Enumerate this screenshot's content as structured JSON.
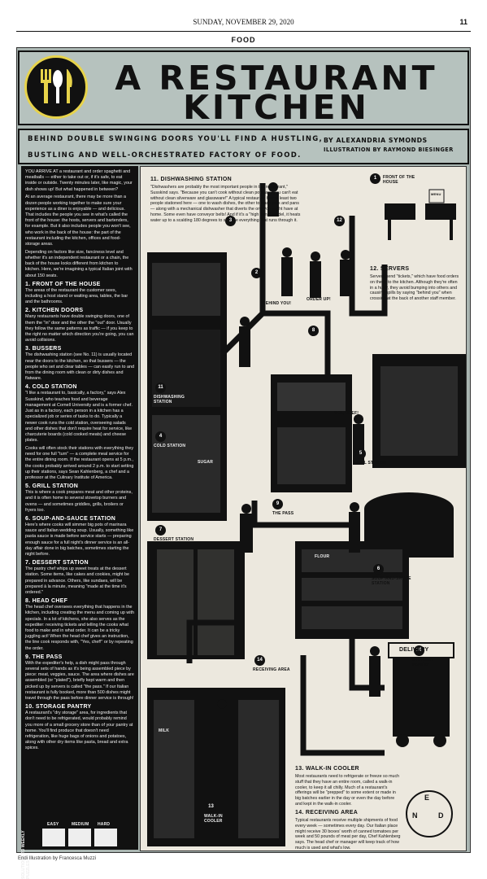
{
  "masthead": {
    "date": "SUNDAY, NOVEMBER 29, 2020",
    "page": "11",
    "section": "FOOD"
  },
  "header": {
    "title_line1": "A RESTAURANT",
    "title_line2": "KITCHEN",
    "subtitle_line1": "BEHIND DOUBLE SWINGING DOORS YOU'LL FIND A HUSTLING,",
    "subtitle_line2": "BUSTLING AND WELL-ORCHESTRATED FACTORY OF FOOD.",
    "byline": "BY ALEXANDRIA SYMONDS",
    "illustration_credit": "ILLUSTRATION BY RAYMOND BIESINGER"
  },
  "intro": [
    "YOU ARRIVE AT a restaurant and order spaghetti and meatballs — either to take out or, if it's safe, to eat inside or outside. Twenty minutes later, like magic, your dish shows up! But what happened in between?",
    "At an average restaurant, there may be more than a dozen people working together to make sure your experience as a diner is enjoyable — and delicious. That includes the people you see in what's called the front of the house: the hosts, servers and bartenders, for example. But it also includes people you won't see, who work in the back of the house: the part of the restaurant including the kitchen, offices and food-storage areas.",
    "Depending on factors like size, fanciness level and whether it's an independent restaurant or a chain, the back of the house looks different from kitchen to kitchen. Here, we're imagining a typical Italian joint with about 150 seats."
  ],
  "sections": [
    {
      "title": "1. FRONT OF THE HOUSE",
      "text": "The areas of the restaurant the customer sees, including a host stand or waiting area, tables, the bar and the bathrooms."
    },
    {
      "title": "2. KITCHEN DOORS",
      "text": "Many restaurants have double swinging doors, one of them the \"in\" door and the other the \"out\" door. Usually they follow the same patterns as traffic — if you keep to the right no matter which direction you're going, you can avoid collisions."
    },
    {
      "title": "3. BUSSERS",
      "text": "The dishwashing station (see No. 11) is usually located near the doors to the kitchen, so that bussers — the people who set and clear tables — can easily run to and from the dining room with clean or dirty dishes and flatware."
    },
    {
      "title": "4. COLD STATION",
      "text": "\"I like a restaurant to, basically, a factory,\" says Alex Susskind, who teaches food and beverage management at Cornell University and is a former chef. Just as in a factory, each person in a kitchen has a specialized job or series of tasks to do. Typically a newer cook runs the cold station, overseeing salads and other dishes that don't require heat for service, like charcuterie boards (cold cooked meats) and cheese plates."
    },
    {
      "title": "",
      "text": "Cooks will often stock their stations with everything they need for one full \"turn\" — a complete meal service for the entire dining room. If the restaurant opens at 5 p.m., the cooks probably arrived around 2 p.m. to start setting up their stations, says Sean Kahlenberg, a chef and a professor at the Culinary Institute of America."
    },
    {
      "title": "5. GRILL STATION",
      "text": "This is where a cook prepares meat and other proteins, and it is often home to several stovetop burners and ovens — and sometimes griddles, grills, broilers or fryers too."
    },
    {
      "title": "6. SOUP-AND-SAUCE STATION",
      "text": "Here's where cooks will simmer big pots of marinara sauce and Italian wedding soup. Usually, something like pasta sauce is made before service starts — preparing enough sauce for a full night's dinner service is an all-day affair done in big batches, sometimes starting the night before."
    },
    {
      "title": "7. DESSERT STATION",
      "text": "The pastry chef whips up sweet treats at the dessert station. Some items, like cakes and cookies, might be prepared in advance. Others, like sundaes, will be prepared à la minute, meaning \"made at the time it's ordered.\""
    },
    {
      "title": "8. HEAD CHEF",
      "text": "The head chef oversees everything that happens in the kitchen, including creating the menu and coming up with specials. In a lot of kitchens, she also serves as the expediter: receiving tickets and telling the cooks what food to make and in what order. It can be a tricky juggling act! When the head chef gives an instruction, the line cook responds with, \"Yes, chef!\" or by repeating the order."
    },
    {
      "title": "9. THE PASS",
      "text": "With the expediter's help, a dish might pass through several sets of hands as it's being assembled piece by piece: meat, veggies, sauce. The area where dishes are assembled (or \"plated\"), briefly kept warm and then picked up by servers is called \"the pass.\" If our Italian restaurant is fully booked, more than 500 dishes might travel through the pass before dinner service is through!"
    },
    {
      "title": "10. STORAGE PANTRY",
      "text": "A restaurant's \"dry storage\" area, for ingredients that don't need to be refrigerated, would probably remind you more of a small grocery store than of your pantry at home. You'll find produce that doesn't need refrigeration, like huge bags of onions and potatoes, along with other dry items like pasta, bread and extra spices."
    }
  ],
  "captions": {
    "c11_title": "11. DISHWASHING STATION",
    "c11_text": "\"Dishwashers are probably the most important people in the restaurant,\" Susskind says. \"Because you can't cook without clean pots, and you can't eat without clean silverware and glassware!\" A typical restaurant has at least two people stationed here — one to wash dishes, the other to wash pots and pans — along with a mechanical dishwasher that diverts the one you might have at home. Some even have conveyor belts! And if it's a \"high temp\" model, it heats water up to a scalding 180 degrees to sterilize everything that runs through it.",
    "c12_title": "12. SERVERS",
    "c12_text": "Servers send \"tickets,\" which have food orders on them, to the kitchen. Although they're often in a hurry, they avoid bumping into others and causing spills by saying \"behind you\" when crossing at the back of another staff member.",
    "c13_title": "13. WALK-IN COOLER",
    "c13_text": "Most restaurants need to refrigerate or freeze so much stuff that they have an entire room, called a walk-in cooler, to keep it all chilly. Much of a restaurant's offerings will be \"prepped\" to some extent or made in big batches earlier in the day or even the day before and kept in the walk-in cooler.",
    "c14_title": "14. RECEIVING AREA",
    "c14_text": "Typical restaurants receive multiple shipments of food every week — sometimes every day. Our Italian place might receive 30 boxes' worth of canned tomatoes per week and 50 pounds of meat per day, Chef Kahlenberg says. The head chef or manager will keep track of how much is used and what's low."
  },
  "labels": {
    "front": "FRONT OF THE HOUSE",
    "dish": "DISHWASHING STATION",
    "cold": "COLD STATION",
    "dessert": "DESSERT STATION",
    "pass": "THE PASS",
    "grill": "GRILL STATION",
    "soup": "SOUP-AND-SAUCE STATION",
    "storage": "STORAGE PANTRY",
    "receiving": "RECEIVING AREA",
    "walkin": "WALK-IN COOLER",
    "delivery": "DELIVERY",
    "order_up": "ORDER UP!",
    "behind_you": "BEHIND YOU!",
    "yes_chef": "YES, CHEF!",
    "menu": "MENU",
    "sugar": "SUGAR",
    "flour": "FLOUR",
    "milk": "MILK",
    "n1": "1",
    "n2": "2",
    "n3": "3",
    "n4": "4",
    "n5": "5",
    "n6": "6",
    "n7": "7",
    "n8": "8",
    "n9": "9",
    "n10": "10",
    "n11": "11",
    "n12": "12",
    "n13": "13",
    "n14": "14"
  },
  "compass": {
    "e": "E",
    "n": "N",
    "d": "D"
  },
  "solutions": {
    "label": "SOLUTIONS TO WEEKLY PUZZLES",
    "easy": "EASY",
    "medium": "MEDIUM",
    "hard": "HARD"
  },
  "credit": "Endi Illustration by Francesca Muzzi",
  "colors": {
    "frame": "#a9b5b1",
    "paper": "#ece8de",
    "ink": "#111111",
    "accent": "#e7d34a"
  }
}
